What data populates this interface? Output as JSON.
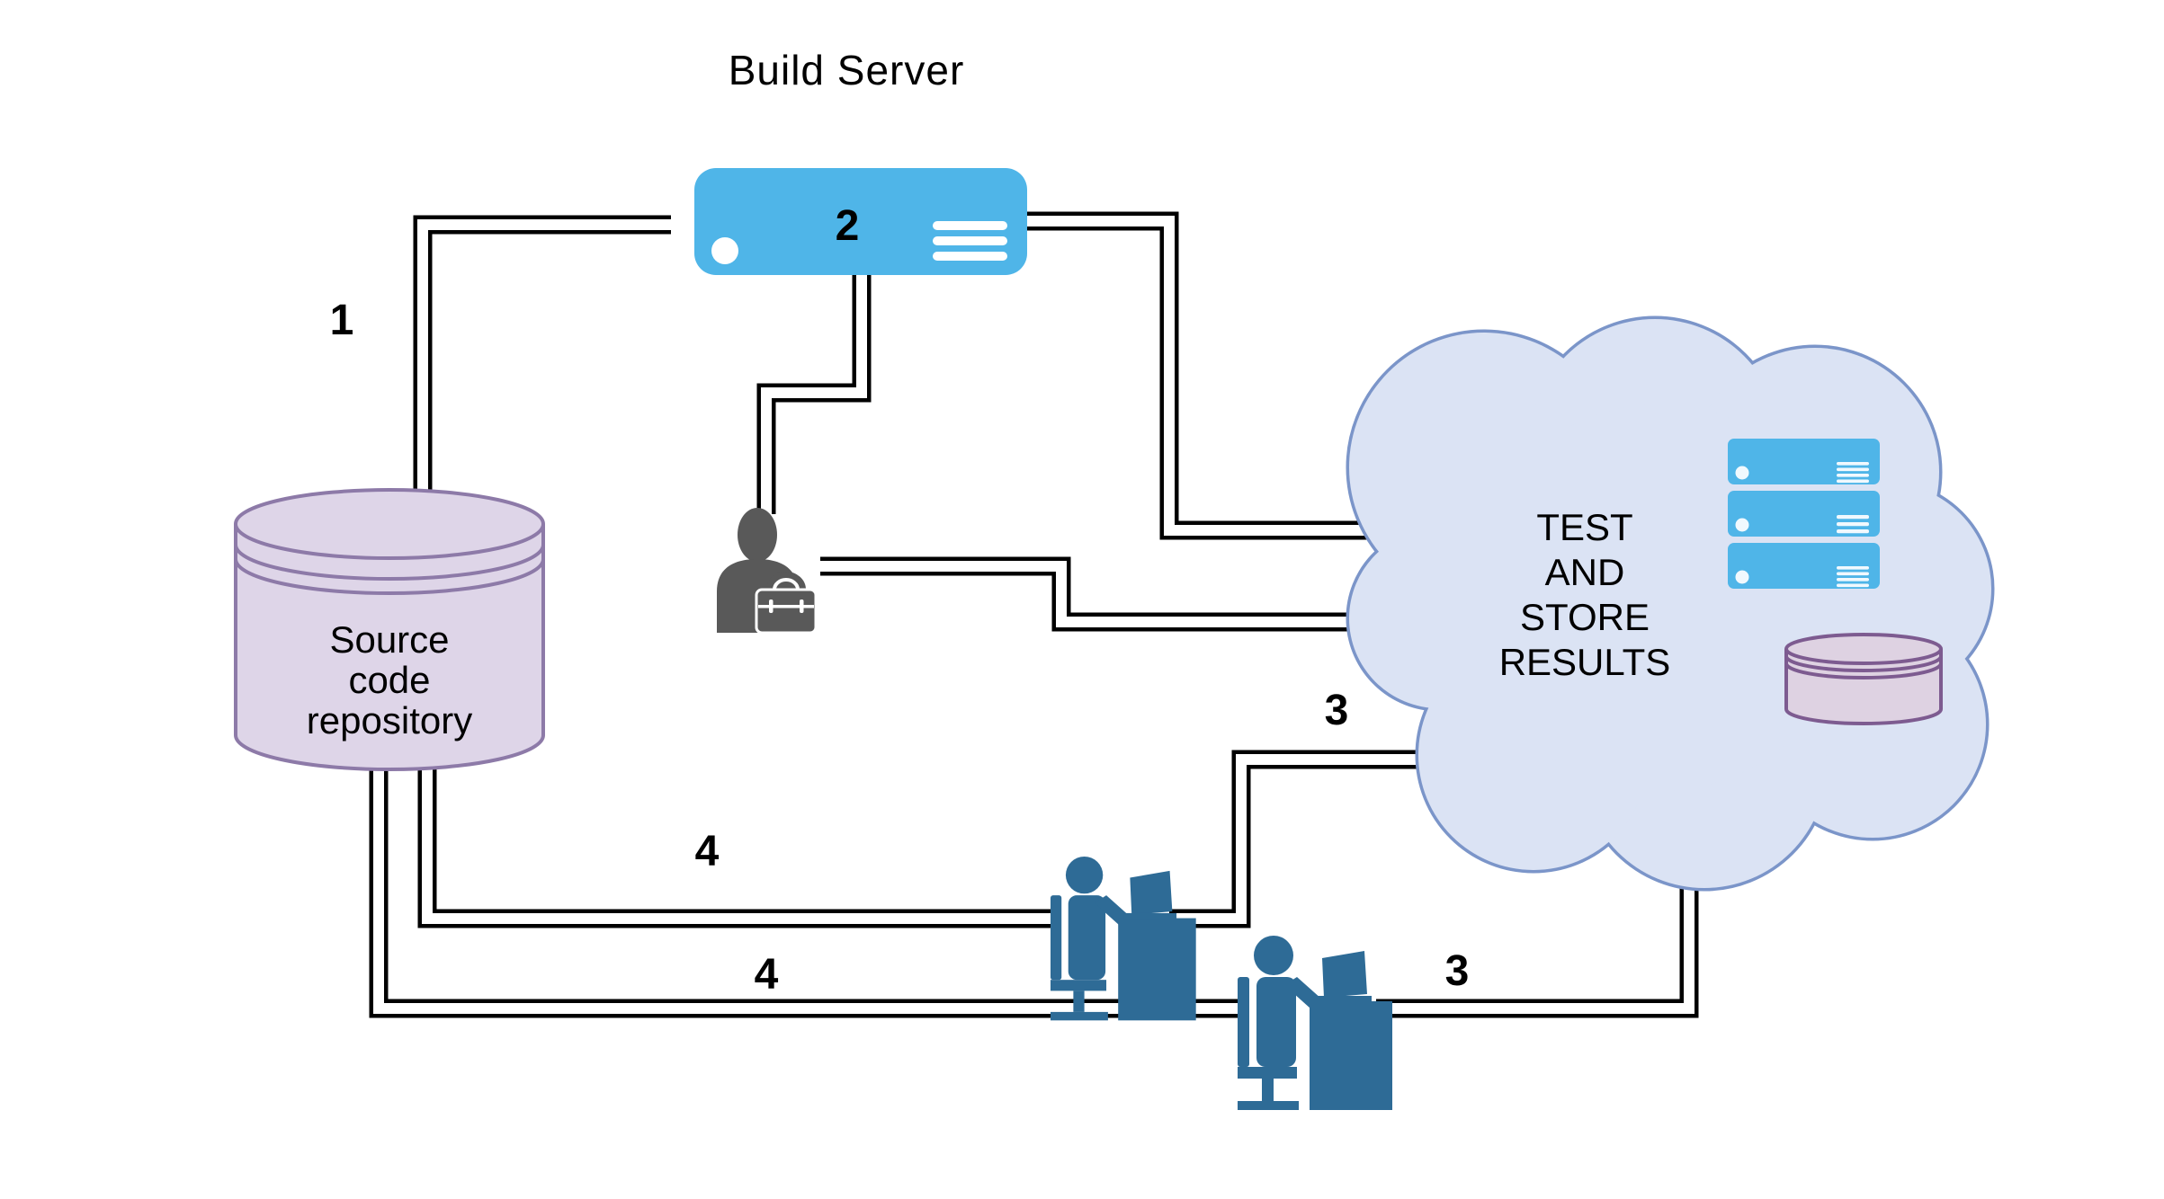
{
  "title": "Build Server",
  "build_server": {
    "step_label": "2"
  },
  "source_repo": {
    "line1": "Source",
    "line2": "code",
    "line3": "repository"
  },
  "cloud": {
    "line1": "TEST",
    "line2": "AND",
    "line3": "STORE",
    "line4": "RESULTS"
  },
  "step_labels": {
    "checkout": "1",
    "report_upper": "3",
    "report_lower": "3",
    "fetch_upper": "4",
    "fetch_lower": "4"
  },
  "colors": {
    "server_blue": "#4fb5e8",
    "cloud_fill": "#dbe3f4",
    "cloud_stroke": "#7b95c9",
    "repo_fill": "#ded5e8",
    "repo_stroke": "#8d7aa8",
    "results_db_fill": "#ded2e2",
    "results_db_stroke": "#7d5b90",
    "engineer_gray": "#595959",
    "tester_blue": "#2e6b96",
    "connector_black": "#000000"
  }
}
